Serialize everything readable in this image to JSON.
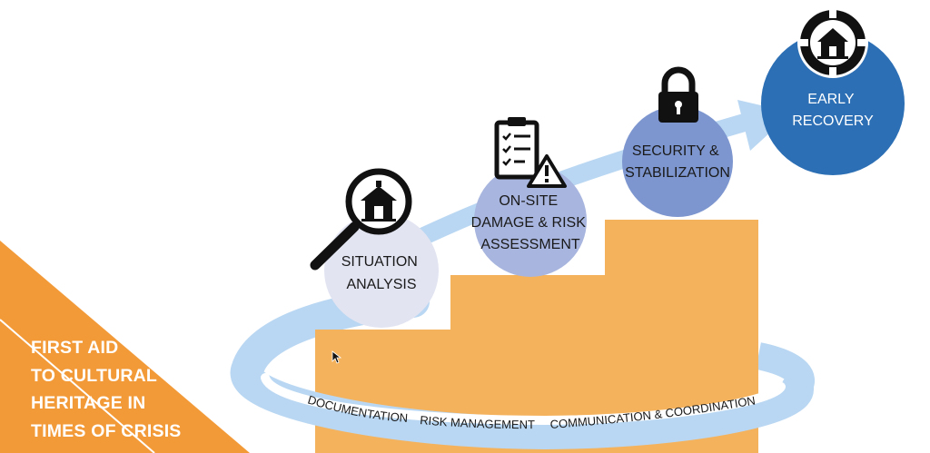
{
  "banner": {
    "lines": [
      "FIRST AID",
      "TO CULTURAL",
      "HERITAGE IN",
      "TIMES OF CRISIS"
    ]
  },
  "steps": [
    {
      "label_lines": [
        "SITUATION",
        "ANALYSIS"
      ],
      "icon": "magnifier-house-icon"
    },
    {
      "label_lines": [
        "ON-SITE",
        "DAMAGE & RISK",
        "ASSESSMENT"
      ],
      "icon": "clipboard-warning-icon"
    },
    {
      "label_lines": [
        "SECURITY &",
        "STABILIZATION"
      ],
      "icon": "padlock-icon"
    },
    {
      "label_lines": [
        "EARLY",
        "RECOVERY"
      ],
      "icon": "recovery-cycle-house-icon"
    }
  ],
  "cross_cutting": [
    "DOCUMENTATION",
    "RISK MANAGEMENT",
    "COMMUNICATION & COORDINATION"
  ],
  "colors": {
    "stairs": "#f5b25c",
    "banner": "#f39a38",
    "arrow": "#b9d7f2",
    "circle_1": "#e2e4f2",
    "circle_2": "#a8b5de",
    "circle_3": "#7d96cf",
    "circle_4": "#2c6fb4"
  }
}
